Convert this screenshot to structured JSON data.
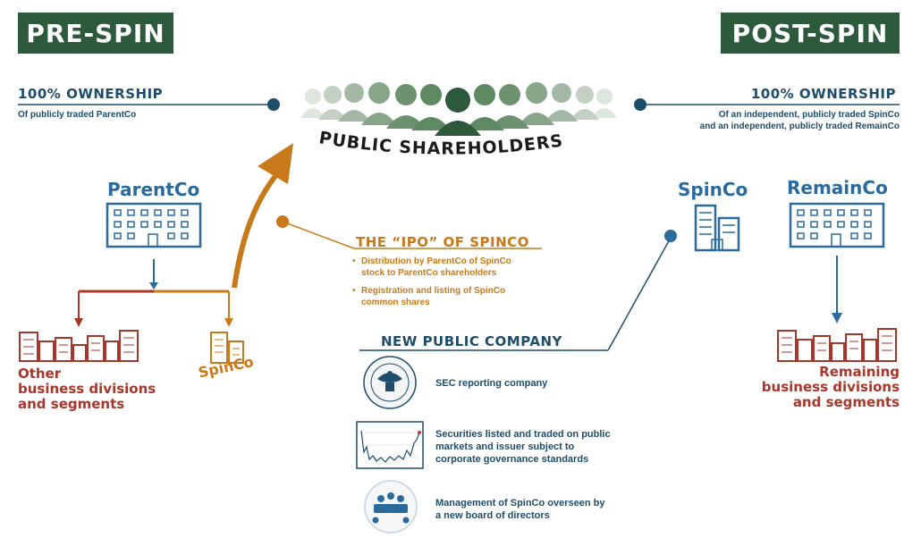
{
  "banners": {
    "pre": "PRE-SPIN",
    "post": "POST-SPIN"
  },
  "pre_ownership": {
    "title": "100% OWNERSHIP",
    "subtitle": "Of publicly traded ParentCo"
  },
  "post_ownership": {
    "title": "100% OWNERSHIP",
    "line1": "Of an independent, publicly traded SpinCo",
    "line2": "and an independent, publicly traded RemainCo"
  },
  "shareholders_label": "PUBLIC SHAREHOLDERS",
  "parentco_label": "ParentCo",
  "spinco_left_label": "SpinCo",
  "other_divisions": {
    "line1": "Other",
    "line2": "business divisions",
    "line3": "and segments"
  },
  "ipo": {
    "title": "THE “IPO” OF SPINCO",
    "bullet1": "Distribution by ParentCo of SpinCo stock to ParentCo shareholders",
    "bullet2": "Registration and listing of SpinCo common shares"
  },
  "new_public_company": {
    "title": "NEW PUBLIC COMPANY",
    "item1": "SEC reporting company",
    "item2": "Securities listed and traded on public markets and issuer subject to corporate governance standards",
    "item3": "Management of SpinCo overseen by a new board of directors"
  },
  "spinco_right_label": "SpinCo",
  "remainco_label": "RemainCo",
  "remaining_divisions": {
    "line1": "Remaining",
    "line2": "business divisions",
    "line3": "and segments"
  },
  "colors": {
    "banner": "#2d5a3d",
    "navy": "#1e4d6b",
    "blue": "#2a6a9c",
    "orange": "#c87a1a",
    "red": "#a8362a",
    "green": "#5e8a63"
  }
}
